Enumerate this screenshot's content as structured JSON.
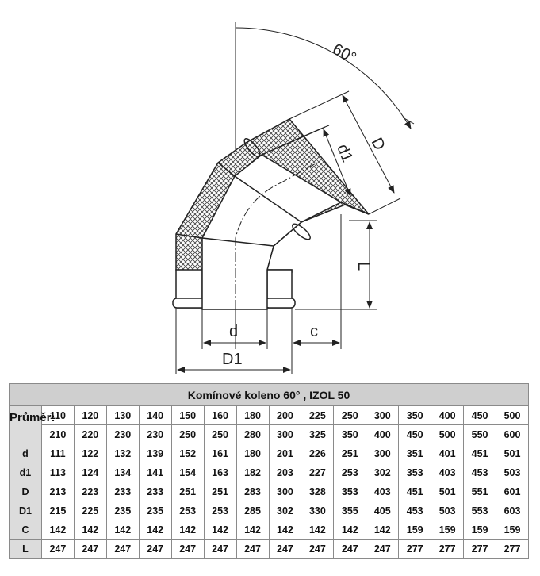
{
  "drawing": {
    "angle_label": "60°",
    "labels": {
      "D": "D",
      "d1": "d1",
      "L": "L",
      "d": "d",
      "c": "c",
      "D1": "D1"
    }
  },
  "table": {
    "title": "Komínové koleno 60° , IZOL 50",
    "prumer_label": "Průměr:",
    "inner": [
      110,
      120,
      130,
      140,
      150,
      160,
      180,
      200,
      225,
      250,
      300,
      350,
      400,
      450,
      500
    ],
    "outer": [
      210,
      220,
      230,
      230,
      250,
      250,
      280,
      300,
      325,
      350,
      400,
      450,
      500,
      550,
      600
    ],
    "rows": [
      {
        "label": "d",
        "values": [
          111,
          122,
          132,
          139,
          152,
          161,
          180,
          201,
          226,
          251,
          300,
          351,
          401,
          451,
          501
        ]
      },
      {
        "label": "d1",
        "values": [
          113,
          124,
          134,
          141,
          154,
          163,
          182,
          203,
          227,
          253,
          302,
          353,
          403,
          453,
          503
        ]
      },
      {
        "label": "D",
        "values": [
          213,
          223,
          233,
          233,
          251,
          251,
          283,
          300,
          328,
          353,
          403,
          451,
          501,
          551,
          601
        ]
      },
      {
        "label": "D1",
        "values": [
          215,
          225,
          235,
          235,
          253,
          253,
          285,
          302,
          330,
          355,
          405,
          453,
          503,
          553,
          603
        ]
      },
      {
        "label": "C",
        "values": [
          142,
          142,
          142,
          142,
          142,
          142,
          142,
          142,
          142,
          142,
          142,
          159,
          159,
          159,
          159
        ]
      },
      {
        "label": "L",
        "values": [
          247,
          247,
          247,
          247,
          247,
          247,
          247,
          247,
          247,
          247,
          247,
          277,
          277,
          277,
          277
        ]
      }
    ]
  }
}
